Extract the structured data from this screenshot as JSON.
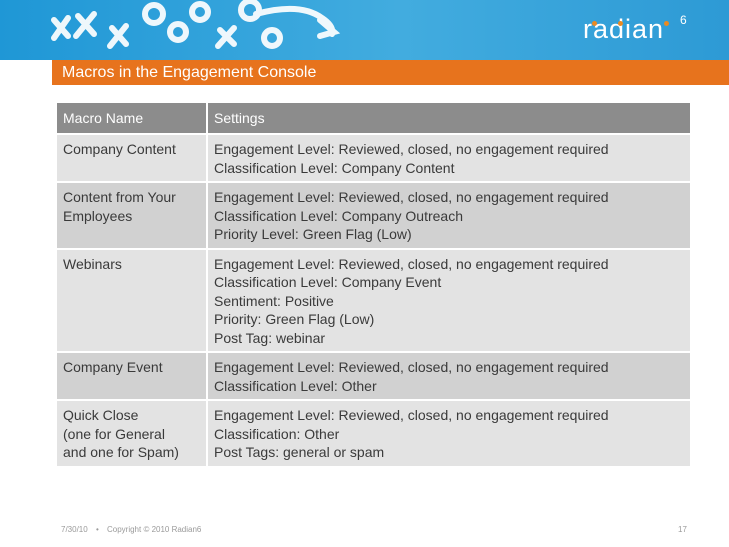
{
  "header": {
    "logo_text": "radian",
    "logo_number": "6"
  },
  "title": "Macros in the Engagement Console",
  "table": {
    "headers": [
      "Macro Name",
      "Settings"
    ],
    "rows": [
      {
        "name": [
          "Company Content"
        ],
        "settings": [
          "Engagement Level: Reviewed, closed, no engagement required",
          "Classification Level: Company Content"
        ]
      },
      {
        "name": [
          "Content from Your",
          "Employees"
        ],
        "settings": [
          "Engagement Level: Reviewed, closed, no engagement required",
          "Classification Level: Company Outreach",
          "Priority Level: Green Flag (Low)"
        ]
      },
      {
        "name": [
          "Webinars"
        ],
        "settings": [
          "Engagement Level: Reviewed, closed, no engagement required",
          "Classification Level: Company Event",
          "Sentiment: Positive",
          "Priority: Green Flag (Low)",
          "Post Tag: webinar"
        ]
      },
      {
        "name": [
          "Company Event"
        ],
        "settings": [
          "Engagement Level: Reviewed, closed, no engagement required",
          "Classification Level: Other"
        ]
      },
      {
        "name": [
          "Quick Close",
          "(one for General",
          "and one for Spam)"
        ],
        "settings": [
          "Engagement Level: Reviewed, closed, no engagement required",
          "Classification: Other",
          "Post Tags: general or spam"
        ]
      }
    ]
  },
  "footer": {
    "date": "7/30/10",
    "separator": "•",
    "copyright": "Copyright © 2010 Radian6",
    "page": "17"
  }
}
